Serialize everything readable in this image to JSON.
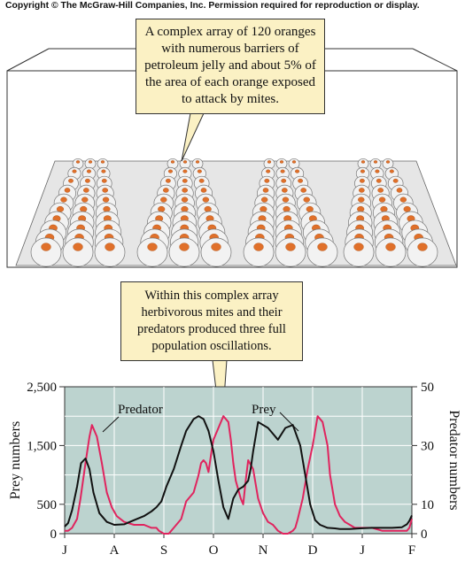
{
  "copyright": "Copyright © The McGraw-Hill Companies, Inc. Permission required for reproduction or display.",
  "callout_top": "A complex array of 120 oranges with numerous barriers of petroleum jelly and about 5% of the area of each orange exposed to attack by mites.",
  "callout_mid": "Within this complex array herbivorous mites and their predators produced three full population oscillations.",
  "colors": {
    "panel_bg": "#bcd3cf",
    "predator": "#e0245e",
    "prey": "#111111",
    "callout_bg": "#fbf1c4",
    "orange_spot": "#e0702a"
  },
  "chart_data": {
    "type": "line",
    "x_ticks": [
      "J",
      "A",
      "S",
      "O",
      "N",
      "D",
      "J",
      "F"
    ],
    "ylabel_left": "Prey numbers",
    "ylabel_right": "Predator numbers",
    "ylim_left": [
      0,
      2500
    ],
    "ylim_right": [
      0,
      50
    ],
    "y_ticks_left": [
      "0",
      "500",
      "1,500",
      "2,500"
    ],
    "y_ticks_right": [
      "0",
      "10",
      "30",
      "50"
    ],
    "series": [
      {
        "name": "Prey",
        "axis": "left",
        "x": [
          0,
          0.07,
          0.15,
          0.25,
          0.33,
          0.42,
          0.5,
          0.58,
          0.7,
          0.85,
          1.0,
          1.2,
          1.4,
          1.6,
          1.75,
          1.85,
          1.95,
          2.05,
          2.2,
          2.35,
          2.45,
          2.6,
          2.7,
          2.8,
          2.9,
          3.0,
          3.1,
          3.2,
          3.3,
          3.4,
          3.5,
          3.6,
          3.7,
          3.75,
          3.8,
          3.9,
          4.0,
          4.1,
          4.2,
          4.3,
          4.45,
          4.6,
          4.75,
          4.85,
          4.95,
          5.05,
          5.15,
          5.3,
          5.45,
          5.55,
          5.65,
          5.75,
          5.85,
          5.95,
          6.05,
          6.2,
          6.4,
          6.6,
          6.8,
          6.9,
          6.95,
          7.0
        ],
        "y": [
          120,
          180,
          400,
          800,
          1200,
          1280,
          1100,
          700,
          350,
          200,
          150,
          160,
          230,
          300,
          380,
          450,
          550,
          800,
          1100,
          1500,
          1750,
          1950,
          2000,
          1950,
          1750,
          1400,
          900,
          450,
          250,
          600,
          750,
          800,
          900,
          1100,
          1400,
          1900,
          1850,
          1800,
          1700,
          1600,
          1800,
          1850,
          1500,
          1000,
          500,
          230,
          150,
          100,
          90,
          80,
          80,
          80,
          85,
          90,
          95,
          100,
          100,
          100,
          110,
          160,
          220,
          310
        ]
      },
      {
        "name": "Predator",
        "axis": "right",
        "x": [
          0,
          0.07,
          0.15,
          0.25,
          0.32,
          0.42,
          0.5,
          0.55,
          0.65,
          0.75,
          0.85,
          0.95,
          1.05,
          1.2,
          1.4,
          1.6,
          1.75,
          1.85,
          1.9,
          2.0,
          2.1,
          2.2,
          2.35,
          2.45,
          2.6,
          2.7,
          2.75,
          2.8,
          2.85,
          2.9,
          2.97,
          3.0,
          3.1,
          3.2,
          3.3,
          3.35,
          3.4,
          3.45,
          3.5,
          3.55,
          3.6,
          3.65,
          3.7,
          3.8,
          3.9,
          4.0,
          4.1,
          4.2,
          4.3,
          4.4,
          4.5,
          4.6,
          4.65,
          4.7,
          4.8,
          4.9,
          5.0,
          5.1,
          5.2,
          5.3,
          5.35,
          5.45,
          5.55,
          5.65,
          5.75,
          5.85,
          6.0,
          6.2,
          6.4,
          6.6,
          6.8,
          6.9,
          6.95,
          7.0
        ],
        "y": [
          1,
          1,
          2,
          5,
          12,
          24,
          33,
          37,
          33,
          24,
          14,
          9,
          6,
          4,
          3,
          3,
          2,
          2,
          1,
          0,
          0,
          2,
          5,
          11,
          14,
          20,
          24,
          25,
          24,
          21,
          29,
          32,
          36,
          40,
          38,
          32,
          24,
          18,
          15,
          12,
          10,
          18,
          25,
          22,
          12,
          7,
          4,
          3,
          1,
          0,
          0,
          1,
          2,
          5,
          12,
          22,
          30,
          40,
          38,
          30,
          20,
          10,
          6,
          4,
          3,
          2,
          2,
          2,
          1,
          1,
          1,
          1,
          2,
          5
        ]
      }
    ],
    "annotations": [
      "Predator",
      "Prey"
    ]
  }
}
